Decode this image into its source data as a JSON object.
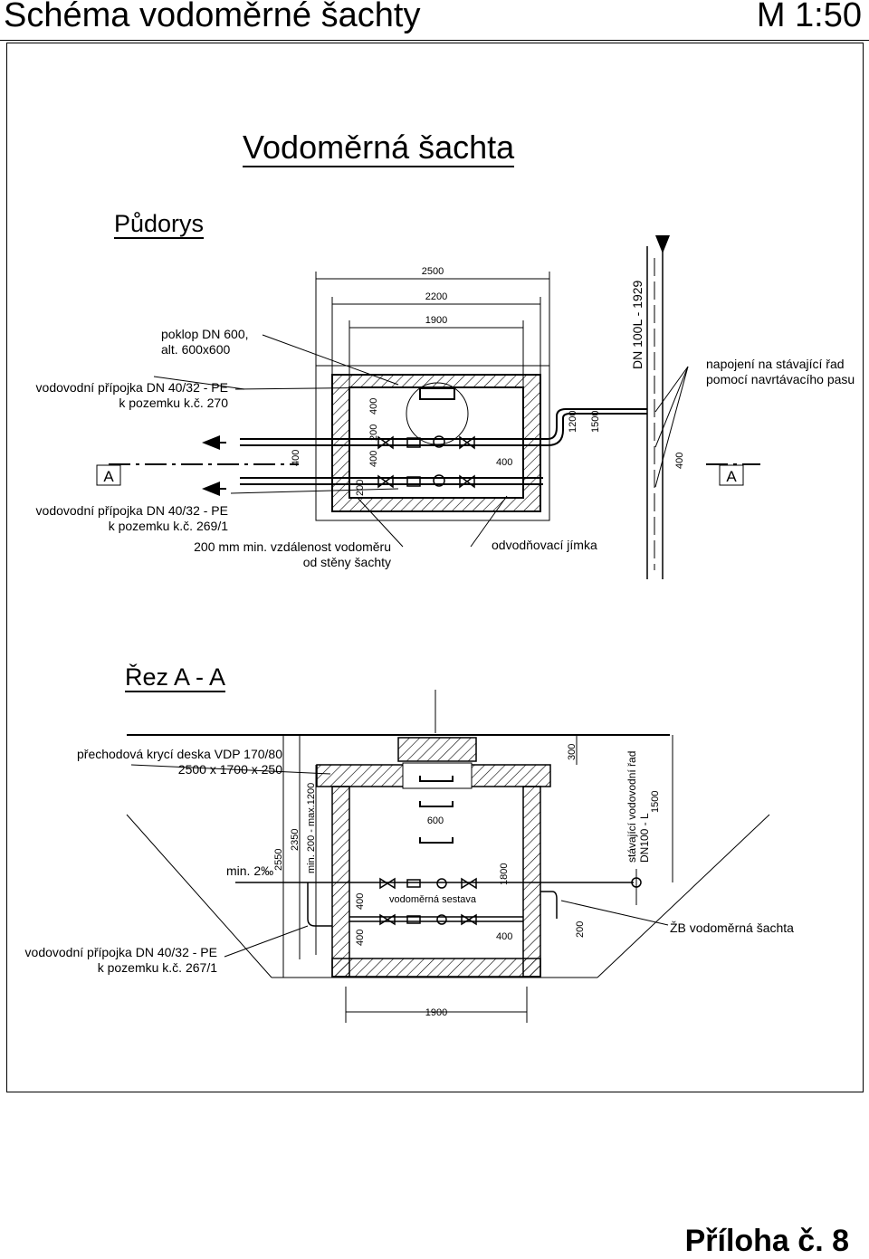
{
  "header": {
    "title": "Schéma vodoměrné šachty",
    "scale": "M 1:50"
  },
  "drawing_title": "Vodoměrná šachta",
  "plan": {
    "title": "Půdorys",
    "notes": {
      "lid": [
        "poklop DN 600,",
        "alt. 600x600"
      ],
      "connection_270": [
        "vodovodní přípojka DN 40/32 - PE",
        "k pozemku k.č. 270"
      ],
      "connection_269": [
        "vodovodní přípojka DN 40/32 - PE",
        "k pozemku k.č. 269/1"
      ],
      "distance": [
        "200 mm min. vzdálenost vodoměru",
        "od stěny šachty"
      ],
      "sump": "odvodňovací jímka",
      "tapping": [
        "napojení na stávající řad",
        "pomocí navrtávacího pasu"
      ],
      "main_pipe": "DN 100L - 1929",
      "section_mark": "A"
    },
    "dims": {
      "d2500": "2500",
      "d2200": "2200",
      "d1900": "1900",
      "d400": "400",
      "d200": "200",
      "d1200": "1200",
      "d1500": "1500"
    }
  },
  "section": {
    "title": "Řez A - A",
    "notes": {
      "slab": [
        "přechodová krycí deska  VDP 170/80",
        "2500 x 1700 x 250"
      ],
      "slope": "min. 2‰",
      "connection_267": [
        "vodovodní přípojka DN 40/32 - PE",
        "k pozemku k.č. 267/1"
      ],
      "meter_set": "vodoměrná sestava",
      "shaft": "ŽB vodoměrná šachta",
      "existing_main": [
        "stávající vodovodní řad",
        "DN100 - L"
      ]
    },
    "dims": {
      "d300": "300",
      "d2550": "2550",
      "d2350": "2350",
      "range": "min. 200 - max.1200",
      "d600": "600",
      "d1800": "1800",
      "d400": "400",
      "d200": "200",
      "d1500": "1500",
      "d1900": "1900"
    }
  },
  "appendix": "Příloha č. 8"
}
